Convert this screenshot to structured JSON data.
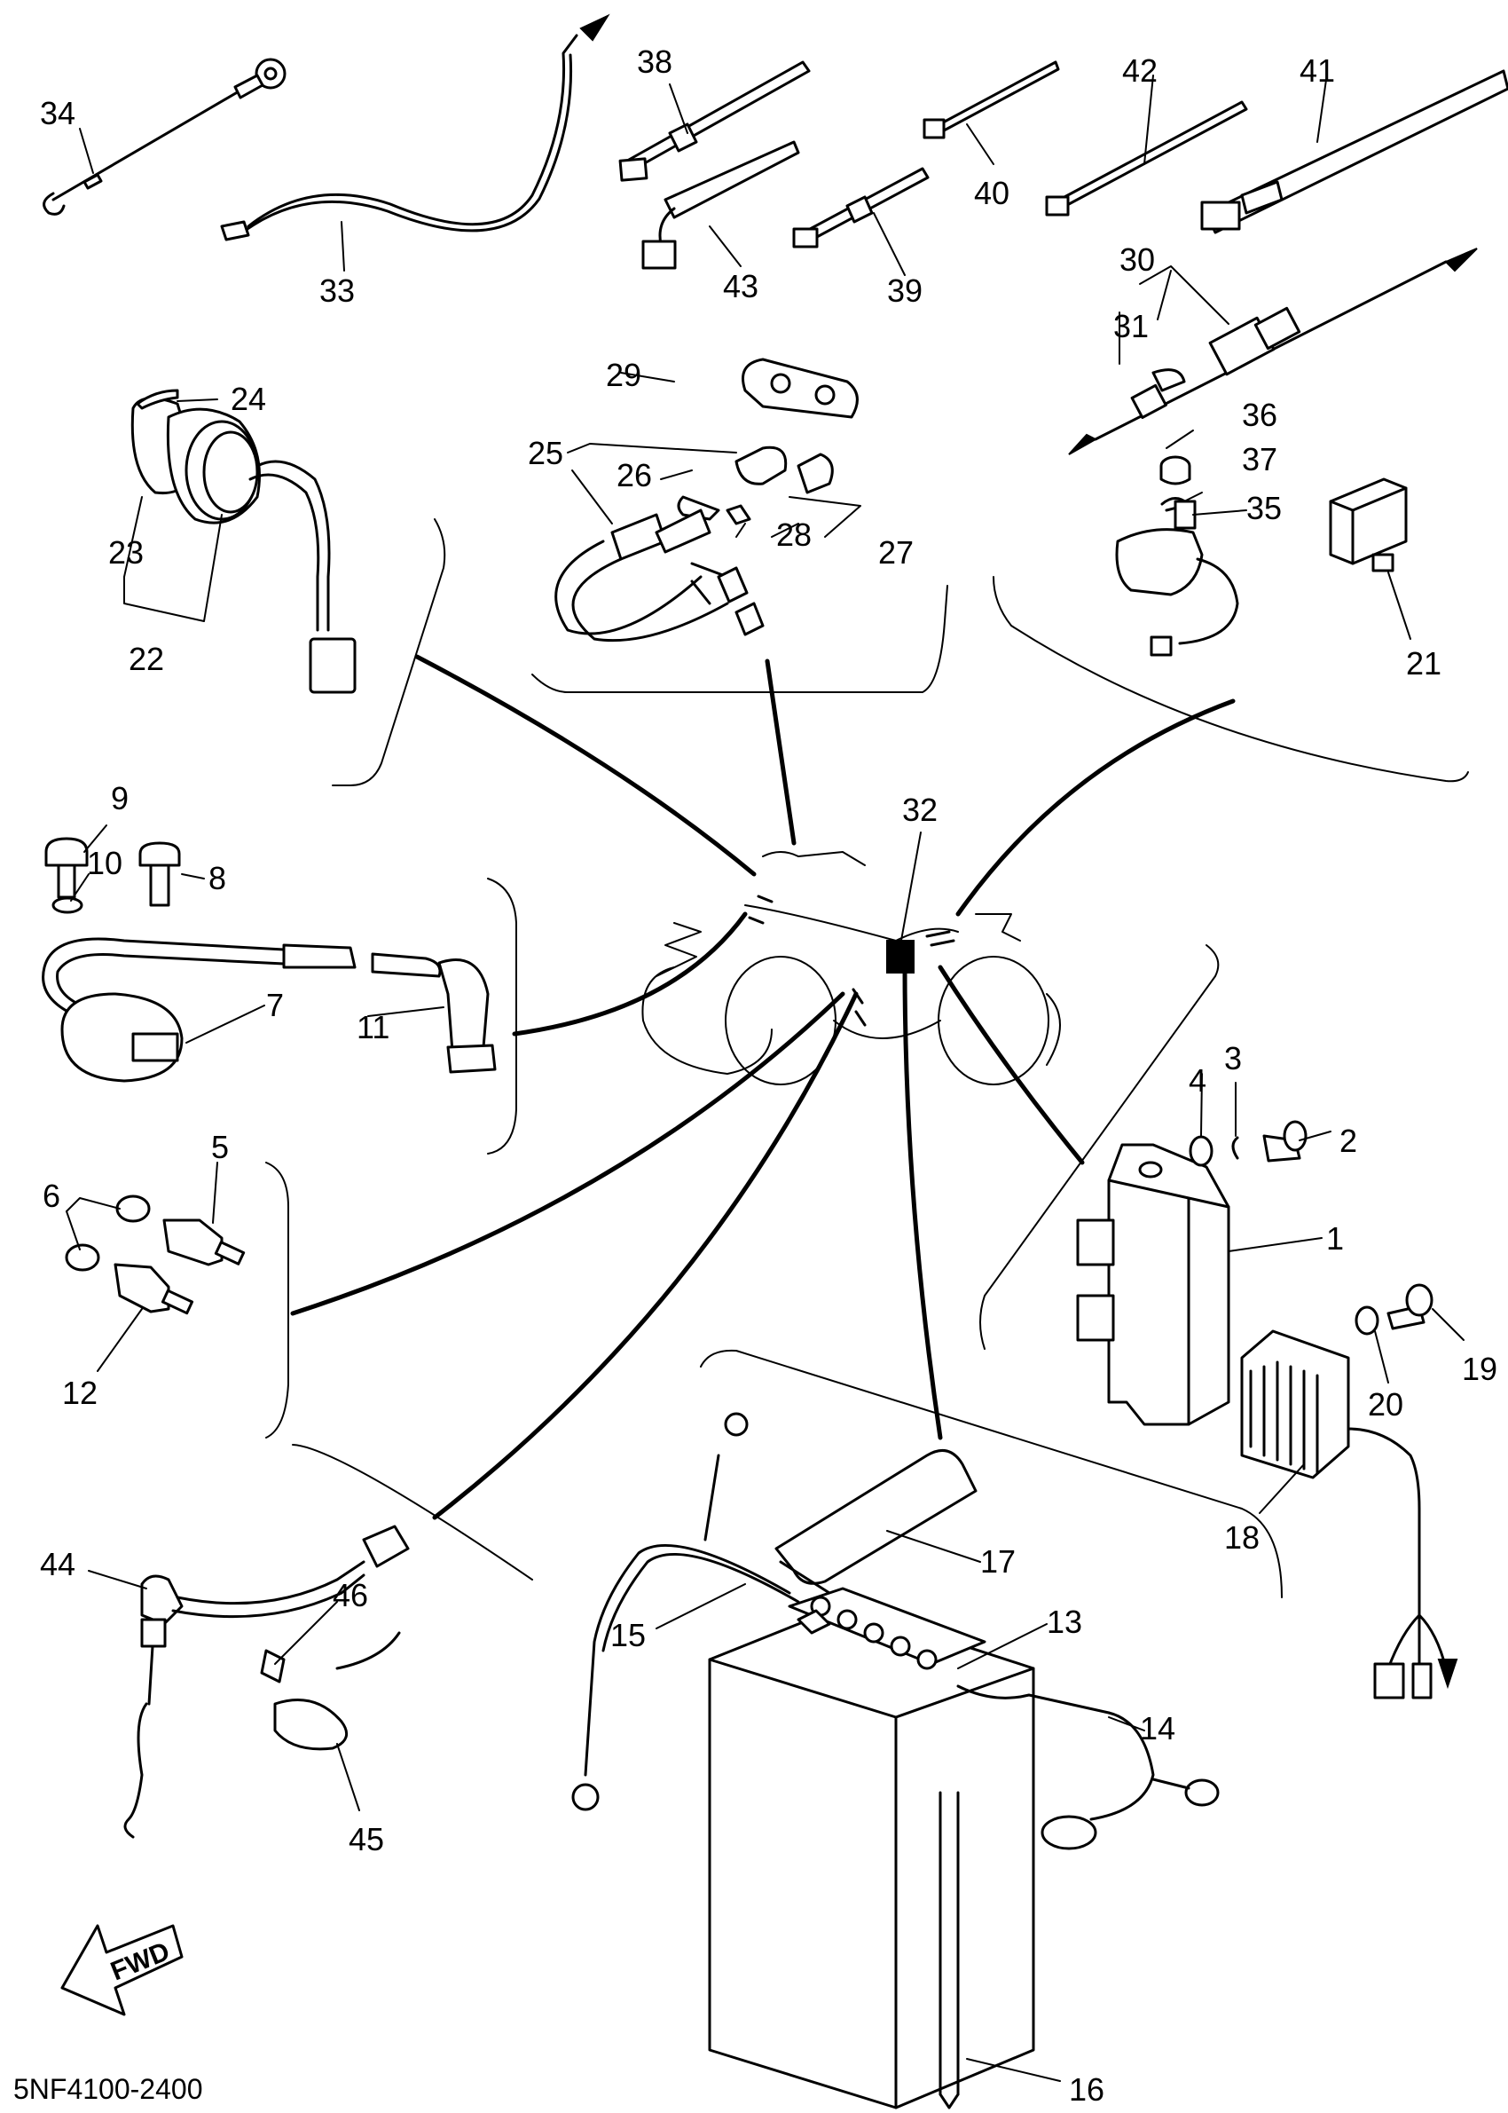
{
  "diagram": {
    "drawing_code": "5NF4100-2400",
    "fwd_label": "FWD",
    "callouts": [
      "1",
      "2",
      "3",
      "4",
      "5",
      "6",
      "7",
      "8",
      "9",
      "10",
      "11",
      "12",
      "13",
      "14",
      "15",
      "16",
      "17",
      "18",
      "19",
      "20",
      "21",
      "22",
      "23",
      "24",
      "25",
      "26",
      "27",
      "28",
      "29",
      "30",
      "31",
      "32",
      "33",
      "34",
      "35",
      "36",
      "37",
      "38",
      "39",
      "40",
      "41",
      "42",
      "43",
      "44",
      "45",
      "46"
    ]
  }
}
